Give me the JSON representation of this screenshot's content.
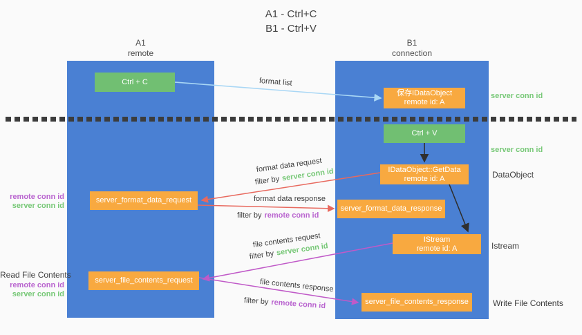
{
  "title": {
    "line1": "A1 - Ctrl+C",
    "line2": "B1 - Ctrl+V"
  },
  "lanes": {
    "left": {
      "name": "A1",
      "role": "remote"
    },
    "right": {
      "name": "B1",
      "role": "connection"
    }
  },
  "nodes": {
    "ctrl_c": {
      "label": "Ctrl + C"
    },
    "ctrl_v": {
      "label": "Ctrl + V"
    },
    "save_idataobject": {
      "line1": "保存IDataObject",
      "line2": "remote id: A"
    },
    "getdata": {
      "line1": "IDataObject::GetData",
      "line2": "remote id: A"
    },
    "istream": {
      "line1": "IStream",
      "line2": "remote id: A"
    },
    "format_request": {
      "label": "server_format_data_request"
    },
    "format_response": {
      "label": "server_format_data_response"
    },
    "file_request": {
      "label": "server_file_contents_request"
    },
    "file_response": {
      "label": "server_file_contents_response"
    }
  },
  "edge_labels": {
    "format_list": "format list",
    "format_data_request": "format data request",
    "filter_request_prefix": "filter by",
    "filter_request_key": "server conn id",
    "format_data_response": "format data response",
    "filter_response_prefix": "filter by",
    "filter_response_key": "remote conn id",
    "file_contents_request": "file contents request",
    "filter_file_request_prefix": "filter by",
    "filter_file_request_key": "server conn id",
    "file_contents_response": "file contents response",
    "filter_file_response_prefix": "filter by",
    "filter_file_response_key": "remote conn id"
  },
  "side_labels": {
    "server_conn_id_top": "server conn id",
    "server_conn_id_mid": "server conn id",
    "dataobject": "DataObject",
    "istream": "Istream",
    "write_file_contents": "Write File Contents",
    "read_file_contents": "Read File Contents",
    "left_mid": {
      "remote": "remote conn id",
      "server": "server conn id"
    },
    "left_bottom": {
      "remote": "remote conn id",
      "server": "server conn id"
    }
  },
  "colors": {
    "lane_blue": "#4a80d3",
    "node_green": "#71bf72",
    "node_orange": "#f8a940",
    "arrow_red": "#e8695e",
    "arrow_purple": "#c05ac8",
    "arrow_light_blue": "#a9d7f5",
    "arrow_black": "#2f2f2f",
    "label_green": "#77c877",
    "label_purple": "#b964cf",
    "dotted_line": "#3c3c3c"
  }
}
